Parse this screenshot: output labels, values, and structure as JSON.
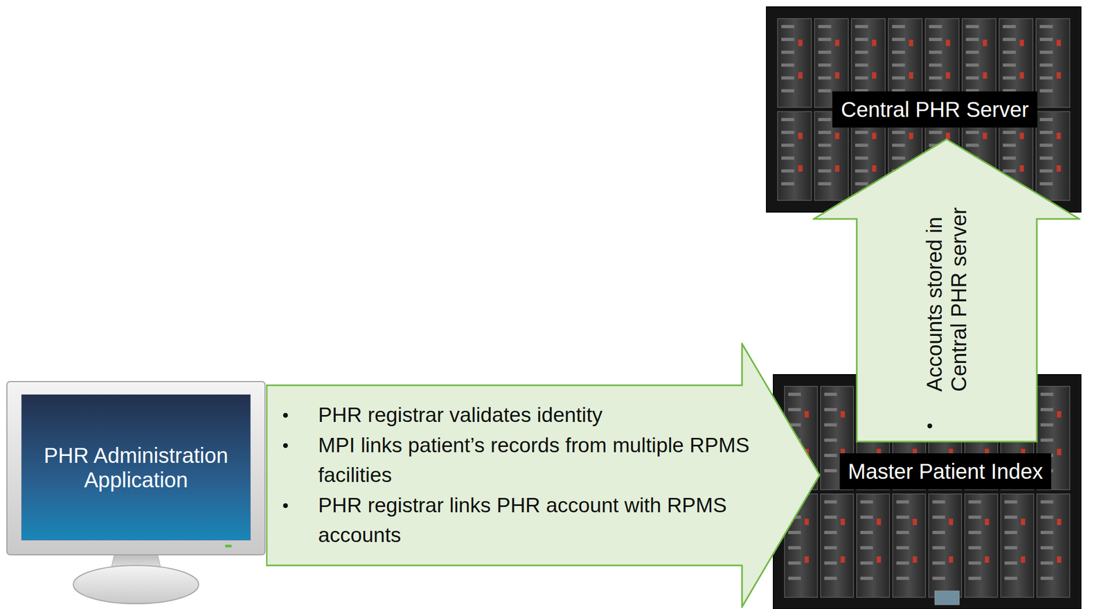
{
  "diagram": {
    "nodes": [
      {
        "text": [
          "Central PHR Server"
        ]
      },
      {
        "text": [
          "Accounts stored in Central PHR server"
        ]
      },
      {
        "text": [
          "PHR Administration Application"
        ]
      },
      {
        "text": [
          "PHR registrar validates identity",
          "MPI links patient’s records from multiple RPMS facilities",
          "PHR registrar links PHR account with RPMS accounts"
        ]
      },
      {
        "text": [
          "Master Patient Index"
        ]
      }
    ]
  }
}
